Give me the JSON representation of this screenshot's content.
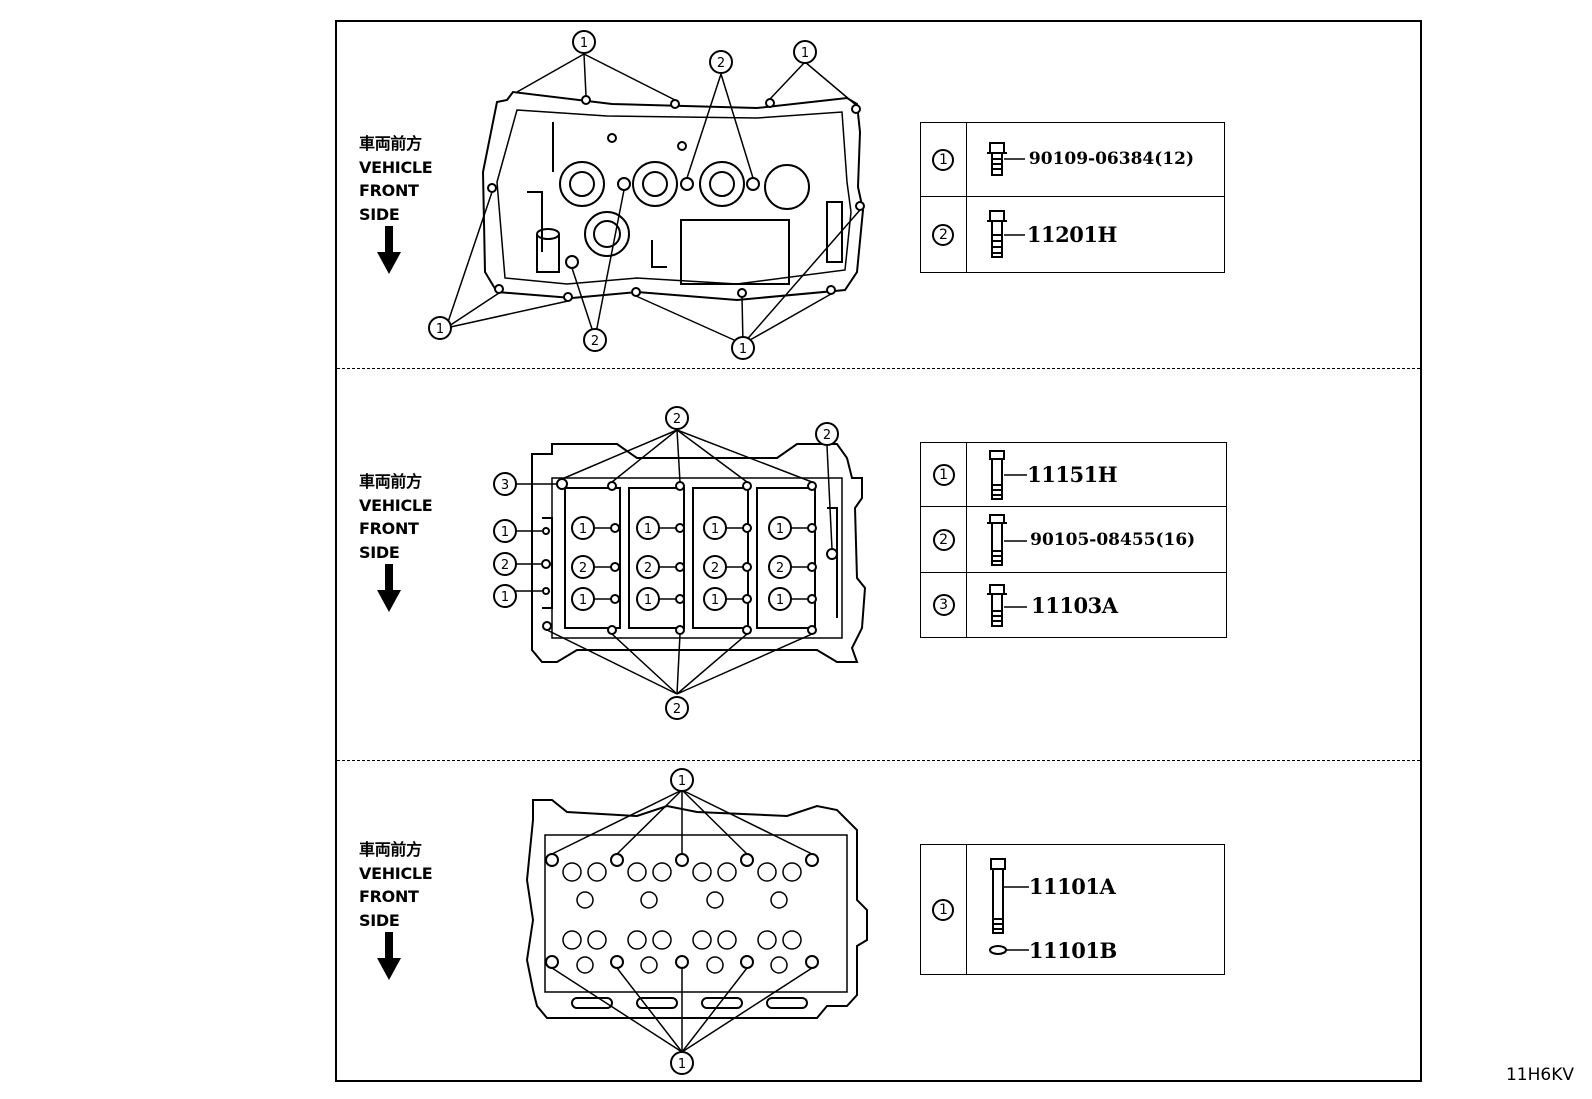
{
  "orientation_label": {
    "jp": "車両前方",
    "line1": "VEHICLE",
    "line2": "FRONT",
    "line3": "SIDE"
  },
  "sections": [
    {
      "rows": [
        {
          "callout": "1",
          "part": "90109-06384(12)"
        },
        {
          "callout": "2",
          "part": "11201H"
        }
      ]
    },
    {
      "rows": [
        {
          "callout": "1",
          "part": "11151H"
        },
        {
          "callout": "2",
          "part": "90105-08455(16)"
        },
        {
          "callout": "3",
          "part": "11103A"
        }
      ]
    },
    {
      "rows": [
        {
          "callout": "1",
          "part": "11101A",
          "part2": "11101B"
        }
      ]
    }
  ],
  "callouts": {
    "one": "1",
    "two": "2",
    "three": "3"
  },
  "footer_code": "11H6KV"
}
